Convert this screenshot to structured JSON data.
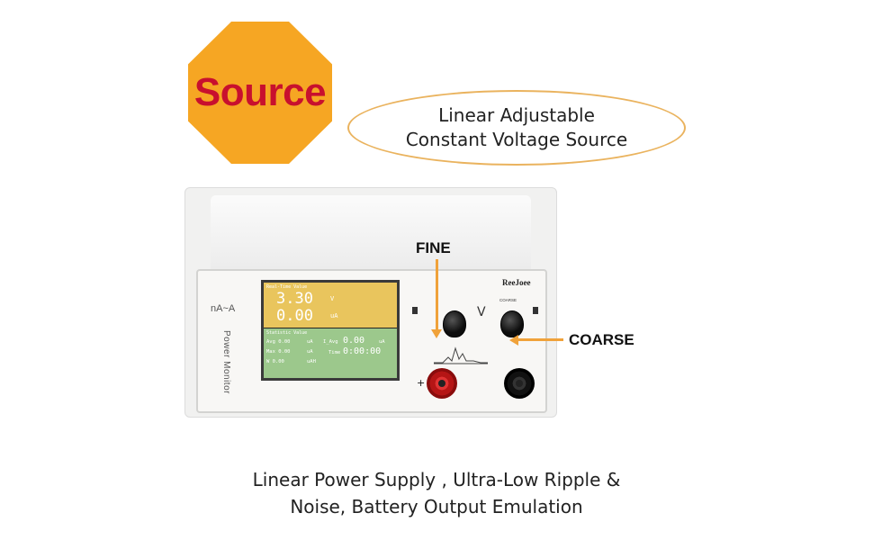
{
  "badge": {
    "text": "Source",
    "color": "#f6a623",
    "text_color": "#c8102e"
  },
  "headline": {
    "line1": "Linear Adjustable",
    "line2": "Constant Voltage Source"
  },
  "device": {
    "brand": "ReeJoee",
    "model": "nA~A",
    "side_label": "Power Monitor",
    "unit_label": "V",
    "coarse_small": "COARSE",
    "screen": {
      "header": "Real-Time Value",
      "voltage": "3.30",
      "voltage_unit": "V",
      "current": "0.00",
      "current_unit": "uA",
      "stats_header": "Statistic Value",
      "avg_label": "Avg 0.00",
      "avg_unit": "uA",
      "max_label": "Max 0.00",
      "max_unit": "uA",
      "w_label": "W  0.00",
      "w_unit": "uAH",
      "iavg_label": "I_Avg",
      "iavg_value": "0.00",
      "iavg_unit": "uA",
      "time_label": "Time",
      "time_value": "0:00:00"
    }
  },
  "callouts": {
    "fine": "FINE",
    "coarse": "COARSE"
  },
  "caption": {
    "line1": "Linear Power Supply , Ultra-Low Ripple &",
    "line2": "Noise,  Battery Output Emulation"
  }
}
